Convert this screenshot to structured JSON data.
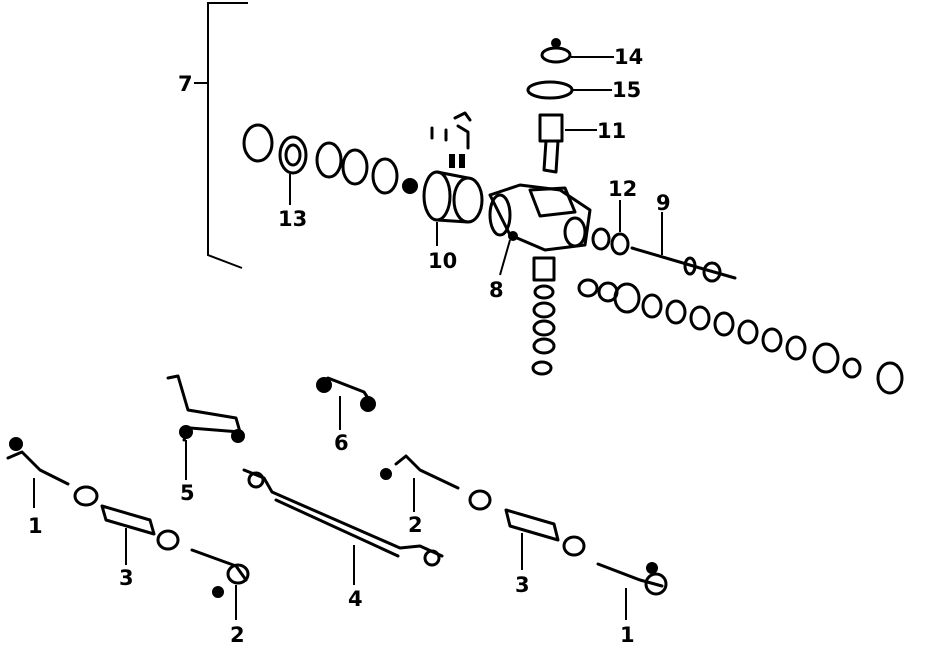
{
  "diagram": {
    "callouts": {
      "c1a": "1",
      "c1b": "1",
      "c2a": "2",
      "c2b": "2",
      "c3a": "3",
      "c3b": "3",
      "c4": "4",
      "c5": "5",
      "c6": "6",
      "c7": "7",
      "c8": "8",
      "c9": "9",
      "c10": "10",
      "c11": "11",
      "c12": "12",
      "c13": "13",
      "c14": "14",
      "c15": "15"
    },
    "colors": {
      "ink": "#000000",
      "background": "#ffffff"
    }
  }
}
